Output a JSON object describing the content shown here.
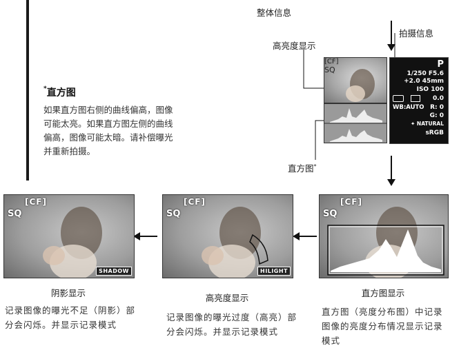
{
  "left_note": {
    "title_star": "*",
    "title": "直方图",
    "body": "如果直方图右侧的曲线偏高，图像可能太亮。如果直方图左侧的曲线偏高，图像可能太暗。请补偿曝光并重新拍摄。"
  },
  "top_labels": {
    "overall_info": "整体信息",
    "shooting_info": "拍摄信息",
    "highlight_display": "高亮度显示",
    "histogram": "直方图",
    "histogram_star": "*"
  },
  "info_panel": {
    "mode": "P",
    "shutter_aperture": "1/250  F5.6",
    "exposure_focal": "+2.0  45mm",
    "iso": "ISO 100",
    "flash_comp": "0.0",
    "wb": "WB:AUTO",
    "r_value": "R: 0",
    "g_value": "G: 0",
    "picture_mode": "NATURAL",
    "color_space": "sRGB"
  },
  "screens": {
    "cf_label": "[CF]",
    "sq_label": "SQ",
    "shadow_badge": "SHADOW",
    "hilight_badge": "HILIGHT"
  },
  "captions": {
    "shadow": "阴影显示",
    "highlight": "高亮度显示",
    "histogram": "直方图显示"
  },
  "descriptions": {
    "shadow": "记录图像的曝光不足（阴影）部分会闪烁。并显示记录模式",
    "highlight": "记录图像的曝光过度（高亮）部分会闪烁。并显示记录模式",
    "histogram": "直方图（亮度分布图）中记录图像的亮度分布情况显示记录模式"
  }
}
